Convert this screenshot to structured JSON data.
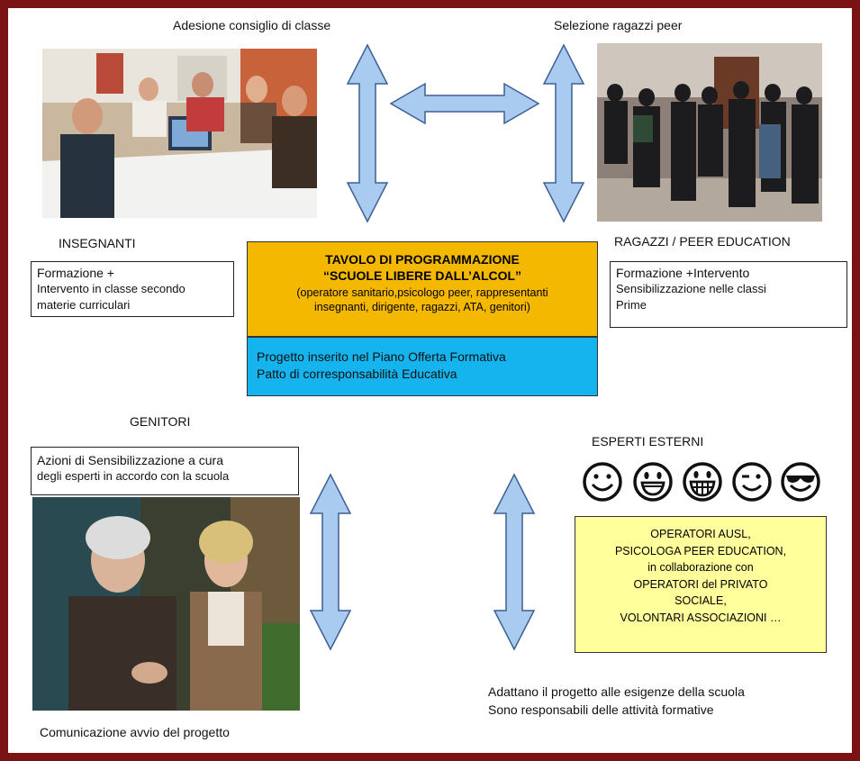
{
  "labels": {
    "adesione": "Adesione consiglio di classe",
    "selezione": "Selezione ragazzi peer",
    "insegnanti": "INSEGNANTI",
    "ragazzi": "RAGAZZI / PEER  EDUCATION",
    "genitori": "GENITORI",
    "esperti": "ESPERTI  ESTERNI",
    "comunicazione": "Comunicazione avvio del progetto"
  },
  "boxes": {
    "insegnanti_box": [
      "Formazione +",
      "Intervento in classe secondo",
      "materie curriculari"
    ],
    "ragazzi_box": [
      "Formazione +Intervento",
      "Sensibilizzazione nelle classi",
      "Prime"
    ],
    "genitori_box": [
      "Azioni di Sensibilizzazione a cura",
      "degli esperti in accordo con la scuola"
    ]
  },
  "tavolo": {
    "title1": "TAVOLO  DI  PROGRAMMAZIONE",
    "title2": "“SCUOLE LIBERE DALL’ALCOL”",
    "desc1": "(operatore sanitario,psicologo peer,  rappresentanti",
    "desc2": "insegnanti, dirigente, ragazzi, ATA, genitori)"
  },
  "progetto": {
    "line1": "Progetto inserito nel Piano Offerta Formativa",
    "line2": "Patto di corresponsabilità Educativa"
  },
  "operatori": {
    "lines": [
      "OPERATORI AUSL,",
      "PSICOLOGA PEER EDUCATION,",
      "in collaborazione con",
      "OPERATORI del PRIVATO",
      "SOCIALE,",
      "VOLONTARI ASSOCIAZIONI …"
    ]
  },
  "esperti_note": {
    "line1": "Adattano il progetto alle esigenze della scuola",
    "line2": "Sono  responsabili delle attività formative"
  },
  "photos": {
    "teachers": "teachers-meeting-photo",
    "peers": "students-group-photo",
    "parents": "parents-photo"
  },
  "faces": [
    "smile-face-icon",
    "grin-face-icon",
    "teeth-grin-face-icon",
    "wink-face-icon",
    "sunglasses-face-icon"
  ],
  "colors": {
    "frame": "#7a1414",
    "arrow_fill": "#a9cbf0",
    "arrow_stroke": "#3d5f94",
    "tavolo_bg": "#f5b800",
    "progetto_bg": "#16b4ee",
    "operatori_bg": "#ffff9c"
  }
}
